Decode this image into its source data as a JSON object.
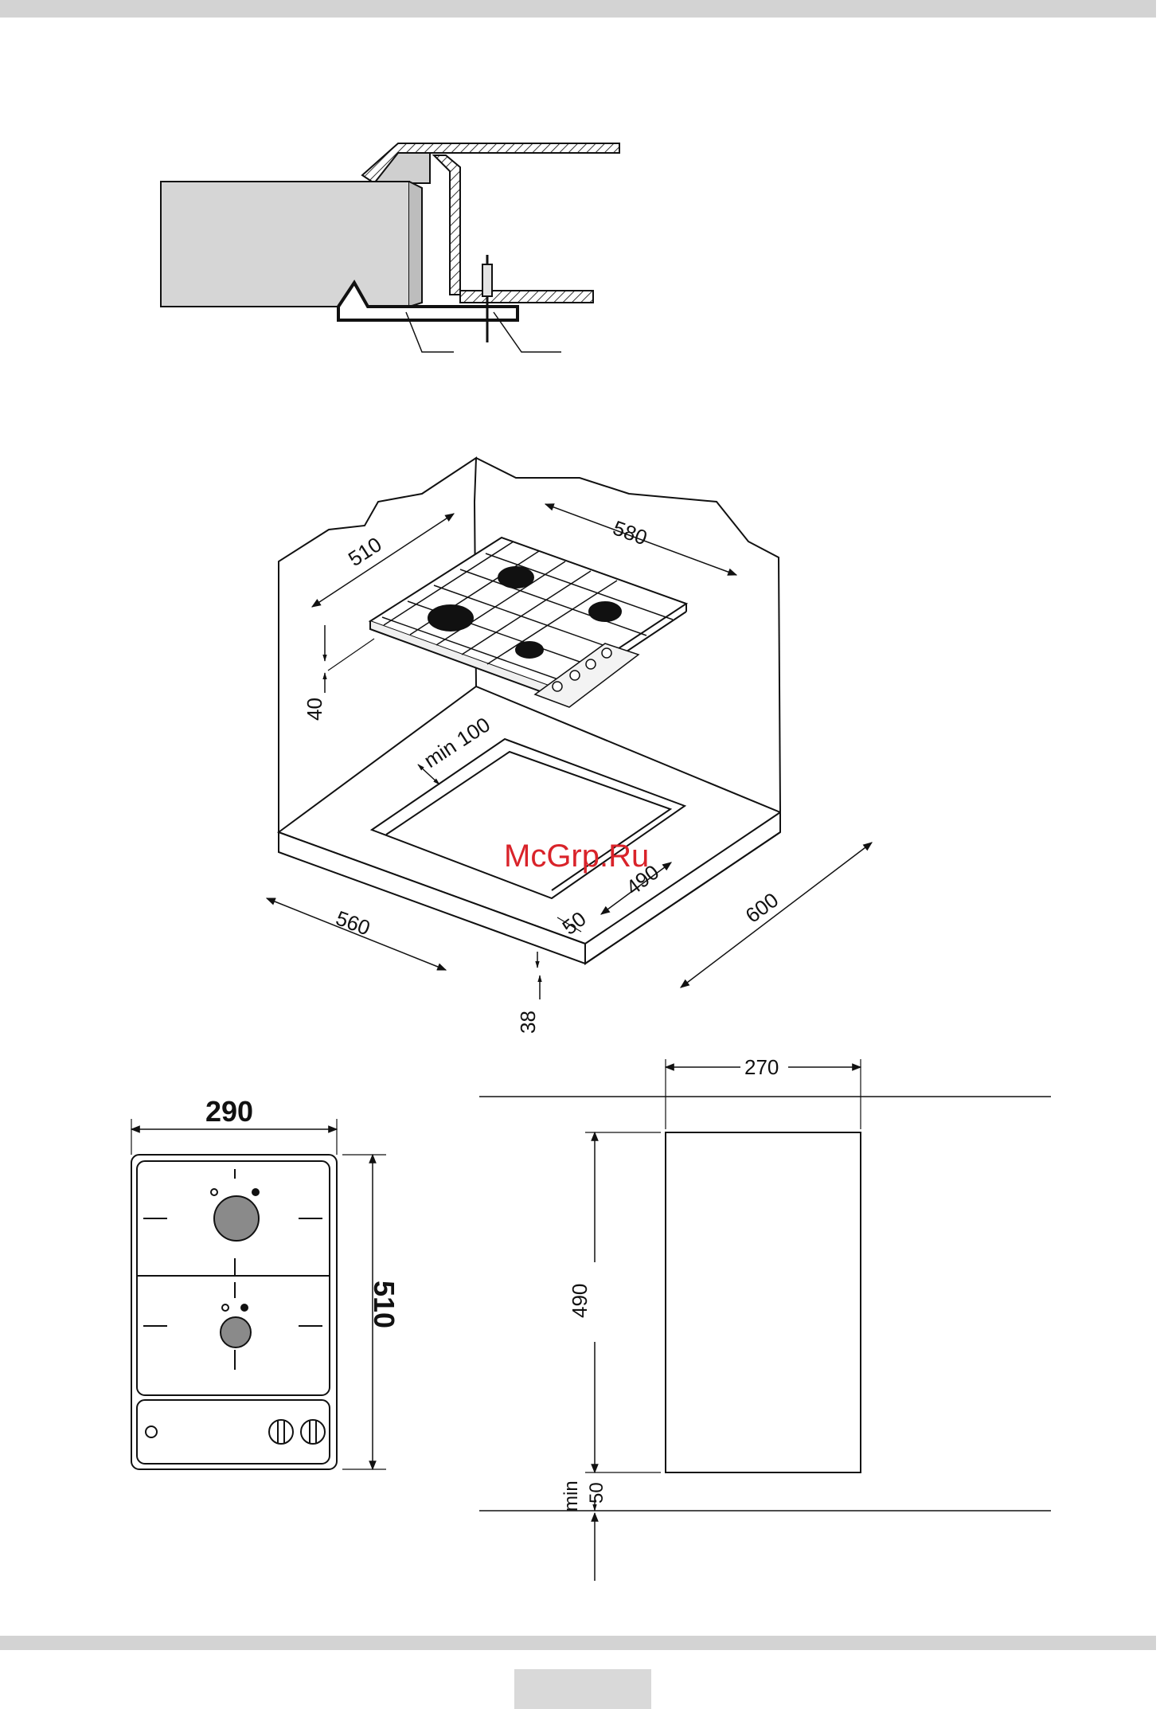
{
  "header": {},
  "figure_top": {},
  "figure_iso": {
    "dims": {
      "hob_depth": "510",
      "hob_width": "580",
      "hob_height": "40",
      "clearance": "min 100",
      "cutout_depth": "490",
      "cutout_width": "560",
      "front_gap": "50",
      "counter_depth": "600",
      "counter_thickness": "38"
    }
  },
  "watermark": {
    "text": "McGrp.Ru"
  },
  "figure_domino": {
    "width": "290",
    "depth": "510"
  },
  "figure_cutout": {
    "width": "270",
    "depth": "490",
    "min_label": "min",
    "min_value": "50"
  },
  "footer": {
    "page_number": ""
  }
}
